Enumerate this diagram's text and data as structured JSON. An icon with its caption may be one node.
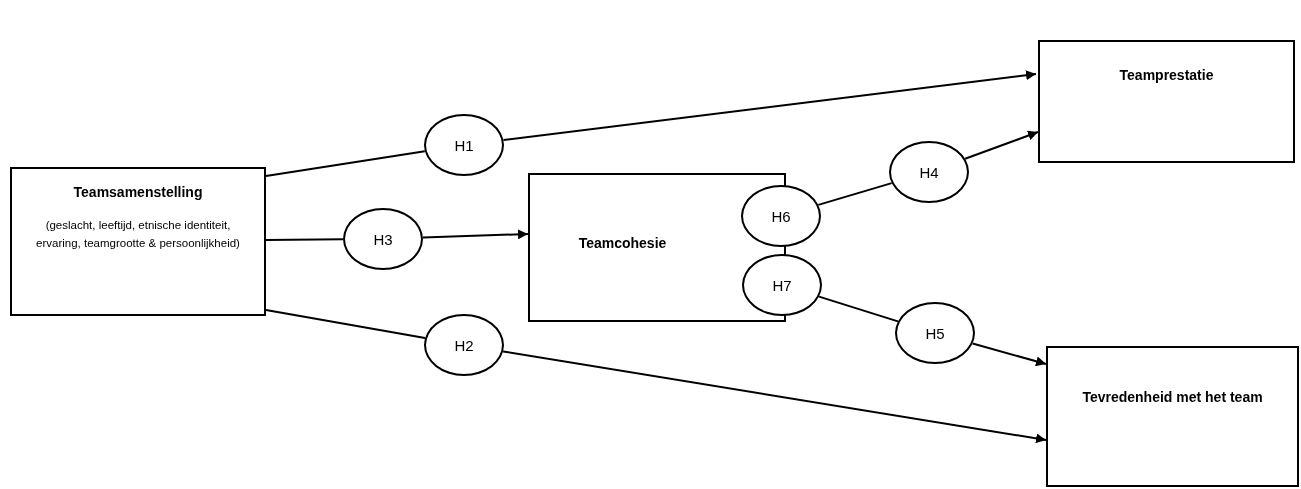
{
  "diagram": {
    "nodes": [
      {
        "text": [
          "Teamsamenstelling",
          "(geslacht, leeftijd, etnische identiteit, ervaring, teamgrootte & persoonlijkheid)"
        ]
      },
      {
        "text": [
          "Teamcohesie"
        ]
      },
      {
        "text": [
          "Teamprestatie"
        ]
      },
      {
        "text": [
          "Tevredenheid met het team"
        ]
      },
      {
        "text": [
          "H1"
        ]
      },
      {
        "text": [
          "H2"
        ]
      },
      {
        "text": [
          "H3"
        ]
      },
      {
        "text": [
          "H4"
        ]
      },
      {
        "text": [
          "H5"
        ]
      },
      {
        "text": [
          "H6"
        ]
      },
      {
        "text": [
          "H7"
        ]
      }
    ],
    "edges": [
      {
        "from": 0,
        "to": 4,
        "arrow": "none"
      },
      {
        "from": 4,
        "to": 2,
        "arrow": "to"
      },
      {
        "from": 0,
        "to": 6,
        "arrow": "none"
      },
      {
        "from": 6,
        "to": 1,
        "arrow": "to"
      },
      {
        "from": 0,
        "to": 5,
        "arrow": "none"
      },
      {
        "from": 5,
        "to": 3,
        "arrow": "to"
      },
      {
        "from": 9,
        "to": 7,
        "arrow": "none"
      },
      {
        "from": 7,
        "to": 2,
        "arrow": "to"
      },
      {
        "from": 10,
        "to": 8,
        "arrow": "none"
      },
      {
        "from": 8,
        "to": 3,
        "arrow": "to"
      }
    ]
  }
}
